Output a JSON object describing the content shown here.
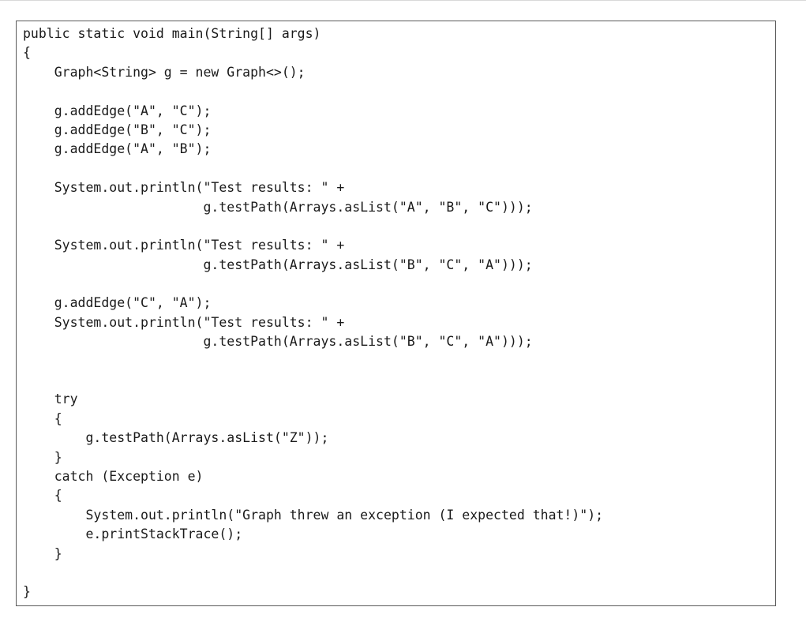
{
  "code": {
    "lines": [
      "public static void main(String[] args)",
      "{",
      "    Graph<String> g = new Graph<>();",
      "",
      "    g.addEdge(\"A\", \"C\");",
      "    g.addEdge(\"B\", \"C\");",
      "    g.addEdge(\"A\", \"B\");",
      "",
      "    System.out.println(\"Test results: \" +",
      "                       g.testPath(Arrays.asList(\"A\", \"B\", \"C\")));",
      "",
      "    System.out.println(\"Test results: \" +",
      "                       g.testPath(Arrays.asList(\"B\", \"C\", \"A\")));",
      "",
      "    g.addEdge(\"C\", \"A\");",
      "    System.out.println(\"Test results: \" +",
      "                       g.testPath(Arrays.asList(\"B\", \"C\", \"A\")));",
      "",
      "",
      "    try",
      "    {",
      "        g.testPath(Arrays.asList(\"Z\"));",
      "    }",
      "    catch (Exception e)",
      "    {",
      "        System.out.println(\"Graph threw an exception (I expected that!)\");",
      "        e.printStackTrace();",
      "    }",
      "",
      "}"
    ]
  }
}
